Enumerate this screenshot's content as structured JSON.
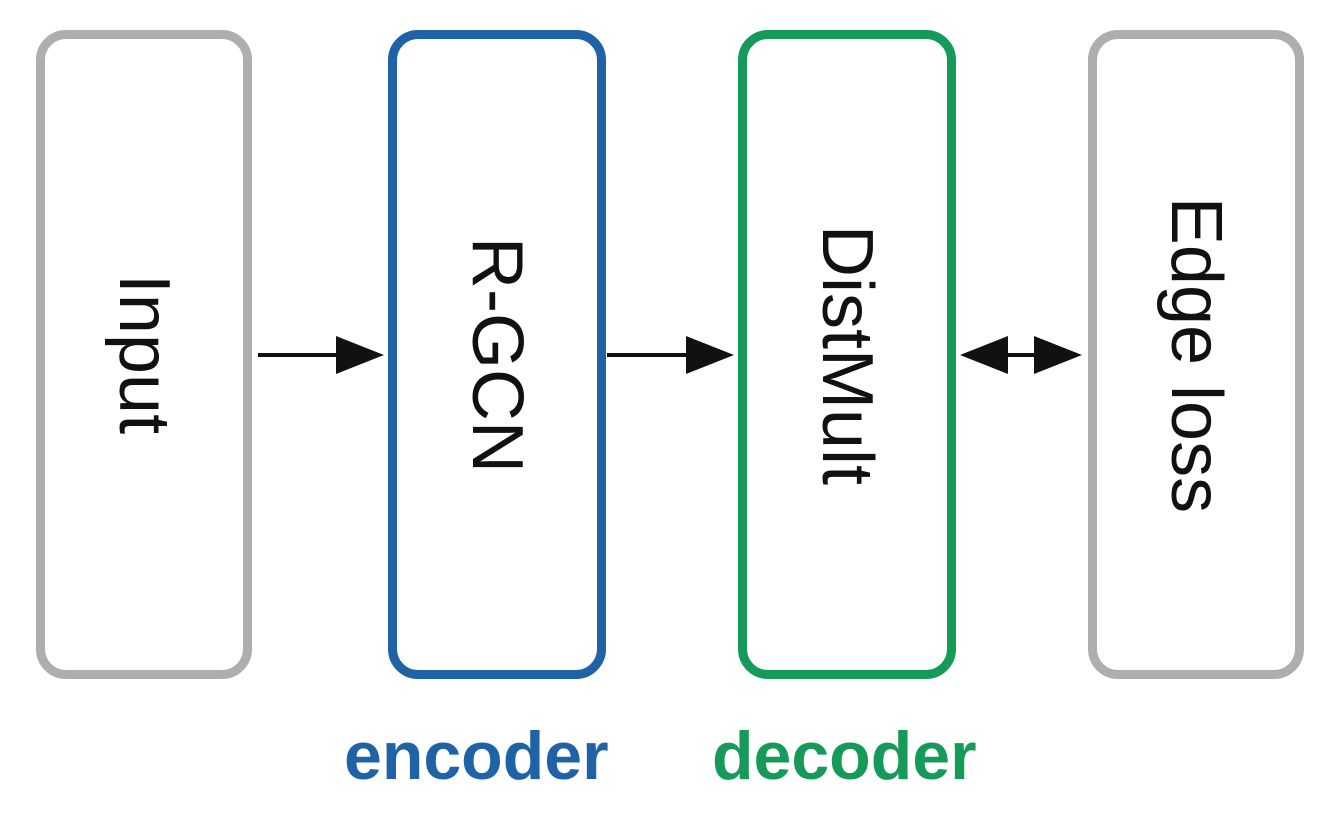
{
  "colors": {
    "gray": "#aeaeae",
    "blue": "#1f62a6",
    "green": "#159a5a",
    "arrow": "#111111"
  },
  "boxes": [
    {
      "label": "Input",
      "color": "#aeaeae"
    },
    {
      "label": "R-GCN",
      "color": "#1f62a6"
    },
    {
      "label": "DistMult",
      "color": "#159a5a"
    },
    {
      "label": "Edge loss",
      "color": "#aeaeae"
    }
  ],
  "arrows": [
    {
      "from": "Input",
      "to": "R-GCN",
      "kind": "forward"
    },
    {
      "from": "R-GCN",
      "to": "DistMult",
      "kind": "forward"
    },
    {
      "from": "DistMult",
      "to": "Edge loss",
      "kind": "bidirectional"
    }
  ],
  "sections": {
    "encoder": {
      "label": "encoder",
      "color": "#1f62a6"
    },
    "decoder": {
      "label": "decoder",
      "color": "#159a5a"
    }
  }
}
